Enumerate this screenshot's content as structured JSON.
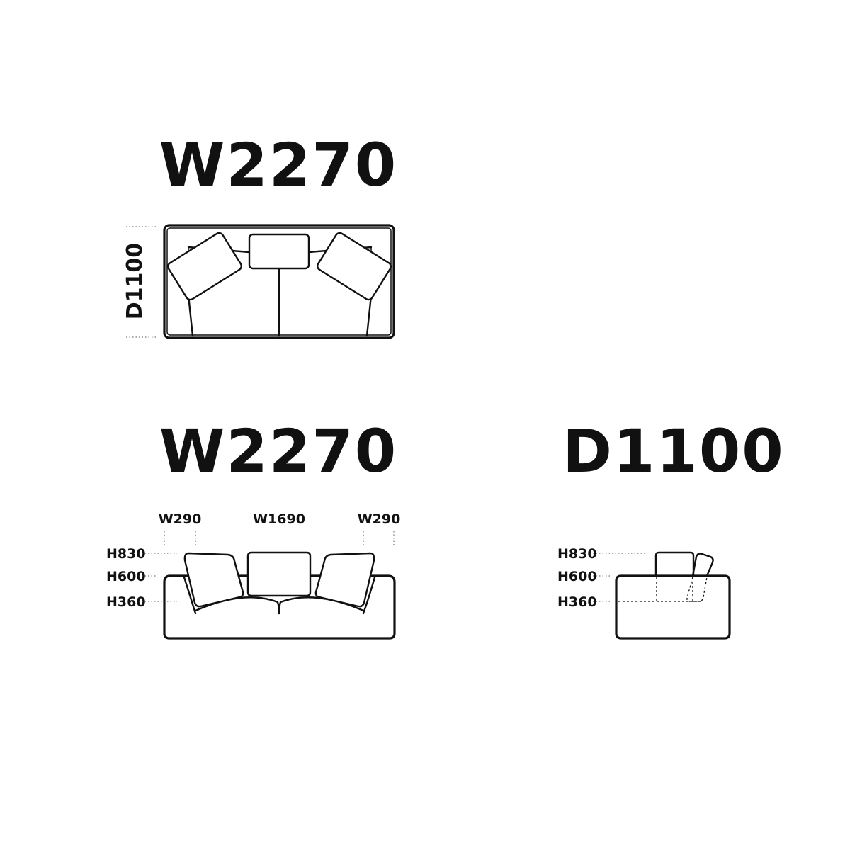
{
  "top_view": {
    "width_label": "W2270",
    "depth_label": "D1100"
  },
  "front_view": {
    "width_label": "W2270",
    "segment_labels": {
      "left": "W290",
      "center": "W1690",
      "right": "W290"
    },
    "height_labels": {
      "h830": "H830",
      "h600": "H600",
      "h360": "H360"
    }
  },
  "side_view": {
    "depth_label": "D1100",
    "height_labels": {
      "h830": "H830",
      "h600": "H600",
      "h360": "H360"
    }
  },
  "colors": {
    "ink": "#111111",
    "background": "#ffffff",
    "leader": "#777777"
  }
}
